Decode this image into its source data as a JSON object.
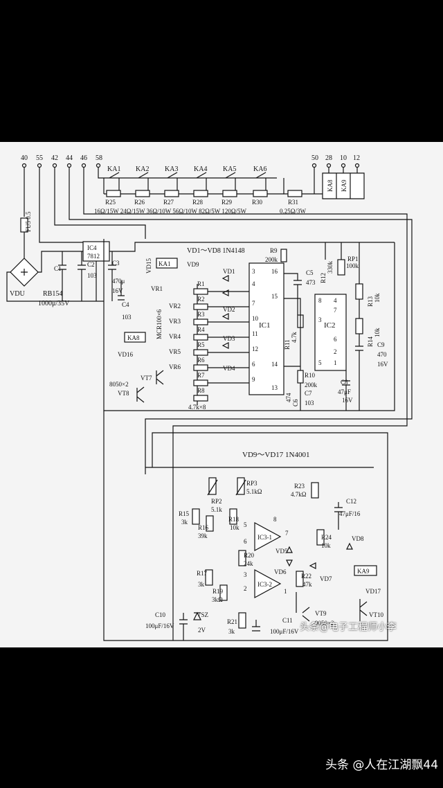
{
  "terminals": [
    "40",
    "55",
    "42",
    "44",
    "46",
    "58",
    "50",
    "28",
    "10",
    "12"
  ],
  "relay_contacts": [
    "KA1",
    "KA2",
    "KA3",
    "KA4",
    "KA5",
    "KA6"
  ],
  "relay_coils_top": [
    "KA8",
    "KA9"
  ],
  "resistor_labels": [
    "R25",
    "R26",
    "R27",
    "R28",
    "R29",
    "R30",
    "R31"
  ],
  "resistor_values_line": "16Ω/15W 24Ω/15W 36Ω/10W 56Ω/10W 82Ω/5W 120Ω/5W",
  "r31_value": "0.25Ω/3W",
  "fuse": "FU5 0.5",
  "bridge": "VDU",
  "bridge_part": "RB154",
  "c1_value": "1000μ/35V",
  "c1": "C1",
  "c2": "C2",
  "c2_value": "103",
  "ic4": "IC4",
  "ic4_part": "7812",
  "c3": "C3",
  "c3_value": "470μ",
  "c3_volt": "16V",
  "c4": "C4",
  "c4_value": "103",
  "vd15": "VD15",
  "ka1_coil": "KA1",
  "vd9_top": "VD9",
  "diodes_note": "VD1～VD8 1N4148",
  "vr1": "VR1",
  "mcr": "MCR100×6",
  "vr_list": [
    "VR2",
    "VR3",
    "VR4",
    "VR5",
    "VR6"
  ],
  "r_small": [
    "R1",
    "R2",
    "R3",
    "R4",
    "R5",
    "R6",
    "R7",
    "R8"
  ],
  "r_small_value": "4.7k×8",
  "vd_small": [
    "VD1",
    "VD2",
    "VD3",
    "VD4"
  ],
  "ka8": "KA8",
  "vd16": "VD16",
  "vt7": "VT7",
  "vt8_part": "8050×2",
  "vt8": "VT8",
  "r9": "R9",
  "r9_value": "200k",
  "c5": "C5",
  "c5_value": "473",
  "ic1": "IC1",
  "ic1_pins_left": [
    "3",
    "4",
    "7",
    "10",
    "11",
    "12",
    "6",
    "9"
  ],
  "ic1_pins_right": [
    "16",
    "15",
    "14",
    "13"
  ],
  "r11": "R11",
  "r11_value": "4.7k",
  "r10": "R10",
  "r10_value": "200k",
  "c6": "C6",
  "c6_value": "474",
  "c7": "C7",
  "c7_value": "103",
  "r12": "R12",
  "r12_value": "330k",
  "rp1": "RP1",
  "rp1_value": "100k",
  "ic2": "IC2",
  "ic2_pins": [
    "8",
    "4",
    "3",
    "7",
    "6",
    "2",
    "5",
    "1"
  ],
  "r13": "R13",
  "r13_value": "10k",
  "r14": "R14",
  "r14_value": "10k",
  "c8": "C8",
  "c8_value": "47μF",
  "c8_volt": "16V",
  "c9": "C9",
  "c9_value": "470",
  "c9_volt": "16V",
  "lower_note": "VD9～VD17 1N4001",
  "rp2": "RP2",
  "rp2_value": "5.1k",
  "rp3": "RP3",
  "rp3_value": "5.1kΩ",
  "r15": "R15",
  "r15_value": "3k",
  "r16": "R16",
  "r16_value": "39k",
  "r17": "R17",
  "r17_value": "3k",
  "r18": "R18",
  "r18_value": "10k",
  "r19": "R19",
  "r19_value": "3kΩ",
  "r20": "R20",
  "r20_value": "24k",
  "r21": "R21",
  "r21_value": "3k",
  "r22": "R22",
  "r22_value": "47k",
  "r23": "R23",
  "r23_value": "4.7kΩ",
  "r24": "R24",
  "r24_value": "10k",
  "ic3_1": "IC3-1",
  "ic3_2": "IC3-2",
  "ic3_pins": [
    "5",
    "6",
    "8",
    "7",
    "3",
    "2",
    "1"
  ],
  "vd5": "VD5",
  "vd6": "VD6",
  "vd7": "VD7",
  "vd8": "VD8",
  "vd17": "VD17",
  "ka9": "KA9",
  "c10": "C10",
  "c10_value": "100μF/16V",
  "vsz": "VSZ",
  "vsz_value": "2V",
  "c11": "C11",
  "c11_value": "100μF/16V",
  "c12": "C12",
  "c12_value": "47μF/16",
  "vt9": "VT9",
  "vt9_part": "9050×2",
  "vt10": "VT10",
  "watermark_inner": "头条@电子工程师小李",
  "watermark_outer": "头条 @人在江湖飘44"
}
